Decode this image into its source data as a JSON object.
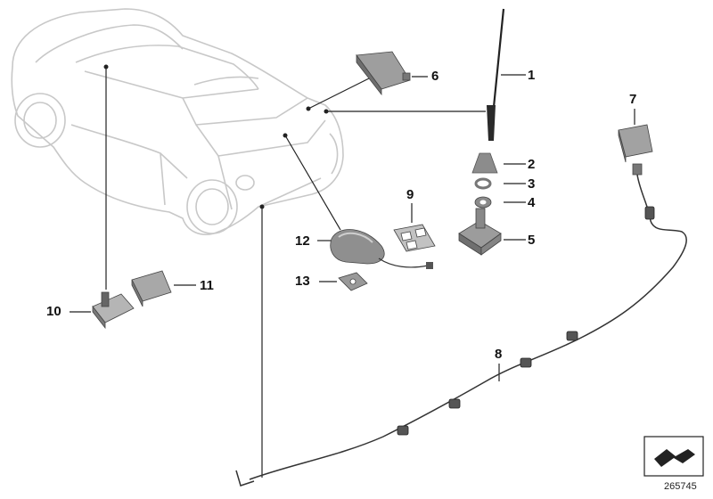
{
  "callouts": {
    "c1": "1",
    "c2": "2",
    "c3": "3",
    "c4": "4",
    "c5": "5",
    "c6": "6",
    "c7": "7",
    "c8": "8",
    "c9": "9",
    "c10": "10",
    "c11": "11",
    "c12": "12",
    "c13": "13"
  },
  "reference_number": "265745",
  "colors": {
    "car_outline": "#c8c8c8",
    "leader": "#222222",
    "part_fill": "#9a9a9a"
  }
}
